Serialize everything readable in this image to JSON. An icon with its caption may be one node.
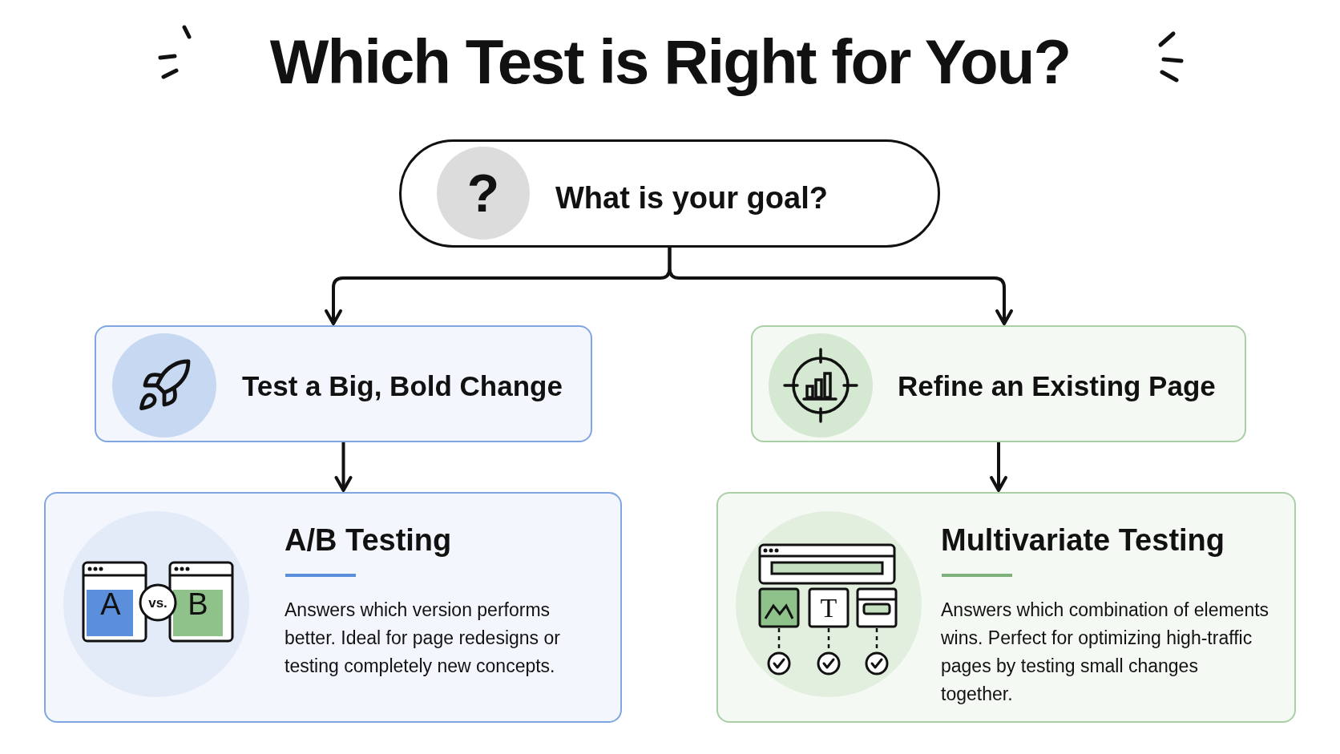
{
  "diagram": {
    "title": "Which Test is Right for You?",
    "nodes": [
      {
        "text": [
          "What is your goal?"
        ]
      },
      {
        "text": [
          "Test a Big, Bold Change"
        ]
      },
      {
        "text": [
          "Refine an Existing Page"
        ]
      },
      {
        "text": [
          "A/B Testing",
          "Answers which version performs better. Ideal for page redesigns or testing completely new concepts."
        ]
      },
      {
        "text": [
          "Multivariate Testing",
          "Answers which combination of elements wins. Perfect for optimizing high-traffic pages by testing small changes together."
        ]
      }
    ],
    "edges": [
      {
        "from": 0,
        "to": 1,
        "arrow": "to"
      },
      {
        "from": 0,
        "to": 2,
        "arrow": "to"
      },
      {
        "from": 1,
        "to": 3,
        "arrow": "to"
      },
      {
        "from": 2,
        "to": 4,
        "arrow": "to"
      }
    ],
    "labels": [
      "?",
      "A",
      "vs.",
      "B",
      "T"
    ]
  }
}
